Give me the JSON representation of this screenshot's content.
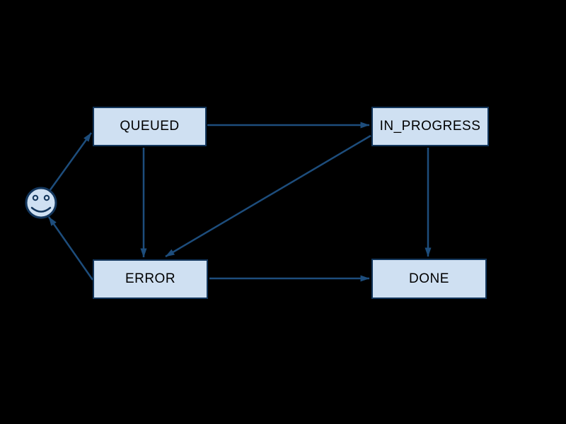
{
  "diagram": {
    "type": "state-diagram",
    "background": "#000000",
    "colors": {
      "node_fill": "#cfe0f2",
      "node_border": "#13365c",
      "edge": "#1d4d7c",
      "label_text": "#000000"
    },
    "start_icon": "smiley-face-icon",
    "nodes": {
      "queued": {
        "label": "QUEUED"
      },
      "in_progress": {
        "label": "IN_PROGRESS"
      },
      "error": {
        "label": "ERROR"
      },
      "done": {
        "label": "DONE"
      }
    },
    "edges": [
      {
        "from": "start",
        "to": "QUEUED"
      },
      {
        "from": "QUEUED",
        "to": "IN_PROGRESS"
      },
      {
        "from": "QUEUED",
        "to": "ERROR"
      },
      {
        "from": "IN_PROGRESS",
        "to": "ERROR"
      },
      {
        "from": "IN_PROGRESS",
        "to": "DONE"
      },
      {
        "from": "ERROR",
        "to": "DONE"
      },
      {
        "from": "ERROR",
        "to": "start"
      }
    ]
  }
}
